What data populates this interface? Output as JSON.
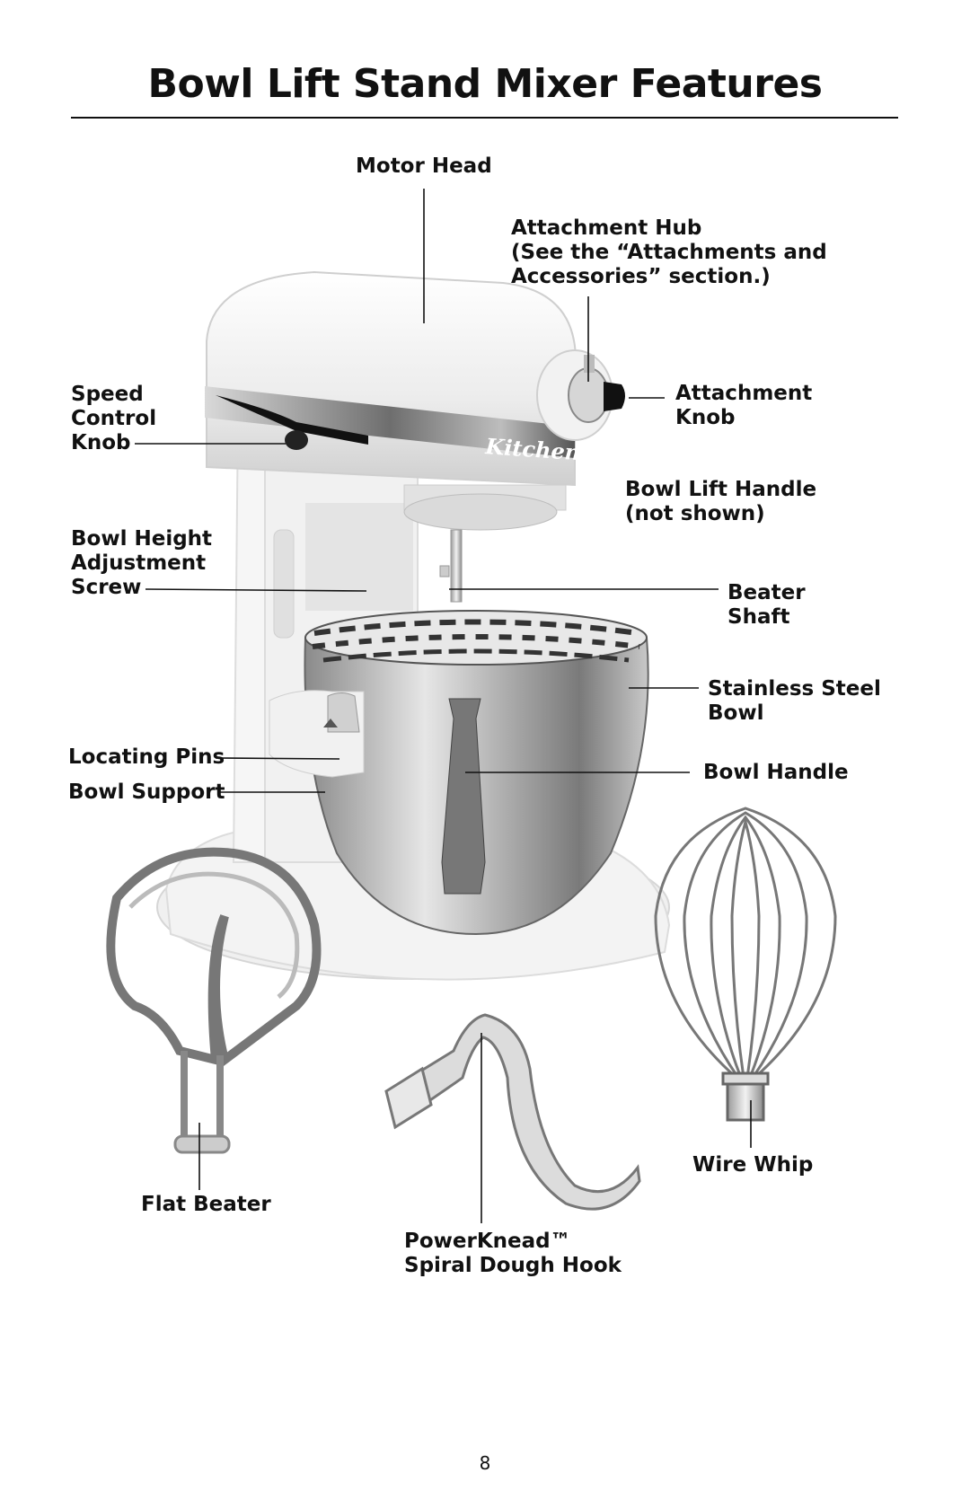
{
  "title": "Bowl Lift Stand Mixer Features",
  "brand_text": "Kitchen",
  "labels": {
    "motor_head": "Motor Head",
    "attachment_hub": "Attachment Hub\n(See the “Attachments and\nAccessories” section.)",
    "attachment_knob": "Attachment\nKnob",
    "speed_control_knob": "Speed\nControl\nKnob",
    "bowl_lift_handle": "Bowl Lift Handle\n(not shown)",
    "bowl_height_adjustment_screw": "Bowl Height\nAdjustment\nScrew",
    "beater_shaft": "Beater\nShaft",
    "stainless_steel_bowl": "Stainless Steel\nBowl",
    "locating_pins": "Locating Pins",
    "bowl_support": "Bowl Support",
    "bowl_handle": "Bowl Handle",
    "wire_whip": "Wire Whip",
    "flat_beater": "Flat Beater",
    "dough_hook": "PowerKnead™\nSpiral Dough Hook"
  },
  "page_number": "8"
}
